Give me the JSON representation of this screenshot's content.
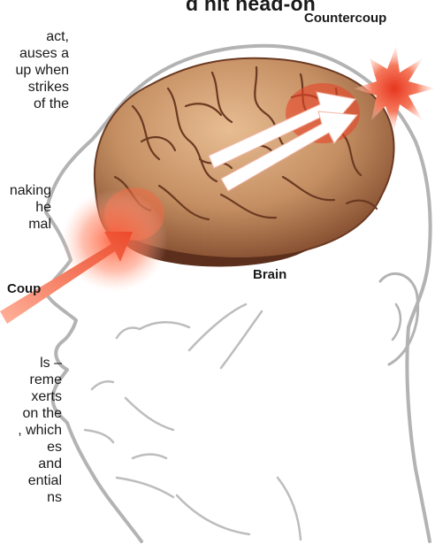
{
  "title": "d hit head-on",
  "labels": {
    "countercoup": "Countercoup",
    "brain": "Brain",
    "coup": "Coup"
  },
  "text_upper": [
    "act,",
    "auses a",
    "up when",
    "strikes",
    "of the"
  ],
  "text_middle": [
    "naking",
    "he",
    "mal"
  ],
  "text_lower": [
    "ls –",
    "reme",
    "xerts",
    "on the",
    ", which",
    "es",
    "and",
    "ential",
    "ns"
  ],
  "colors": {
    "impact": "#e8492b",
    "head_outline": "#b5b5b5",
    "brain_fill": "#c7956b"
  }
}
